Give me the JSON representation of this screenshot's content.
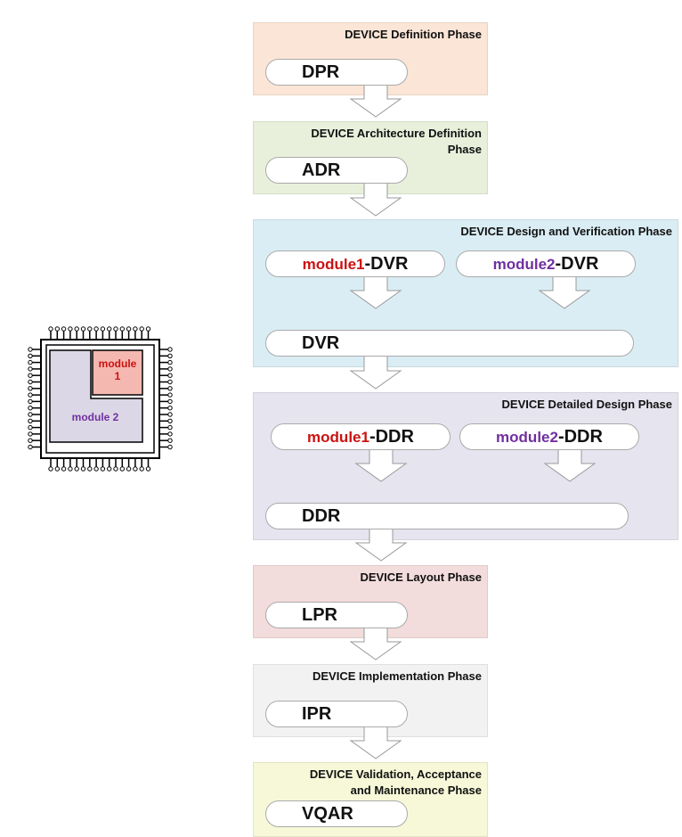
{
  "phases": [
    {
      "title": "DEVICE Definition Phase",
      "color": "#fbe5d6"
    },
    {
      "title_line1": "DEVICE Architecture Definition",
      "title_line2": "Phase",
      "color": "#e8f0dc"
    },
    {
      "title": "DEVICE Design and Verification Phase",
      "color": "#daedf4"
    },
    {
      "title": "DEVICE Detailed Design Phase",
      "color": "#e6e4ef"
    },
    {
      "title": "DEVICE Layout Phase",
      "color": "#f3dcdc"
    },
    {
      "title": "DEVICE Implementation Phase",
      "color": "#f2f2f2"
    },
    {
      "title_line1": "DEVICE Validation, Acceptance",
      "title_line2": "and Maintenance Phase",
      "color": "#f6f8d8"
    }
  ],
  "reviews": {
    "dpr": "DPR",
    "adr": "ADR",
    "dvr_module1_prefix": "module1",
    "dvr_module1_suffix": "-DVR",
    "dvr_module2_prefix": "module2",
    "dvr_module2_suffix": "-DVR",
    "dvr": "DVR",
    "ddr_module1_prefix": "module1",
    "ddr_module1_suffix": "-DDR",
    "ddr_module2_prefix": "module2",
    "ddr_module2_suffix": "-DDR",
    "ddr": "DDR",
    "lpr": "LPR",
    "ipr": "IPR",
    "vqar": "VQAR"
  },
  "chip": {
    "module1_line1": "module",
    "module1_line2": "1",
    "module2": "module 2",
    "module1_color": "#f4b8b0",
    "module2_color": "#dcd7e6"
  },
  "colors": {
    "module1_text": "#cc1111",
    "module2_text": "#7030a0"
  }
}
